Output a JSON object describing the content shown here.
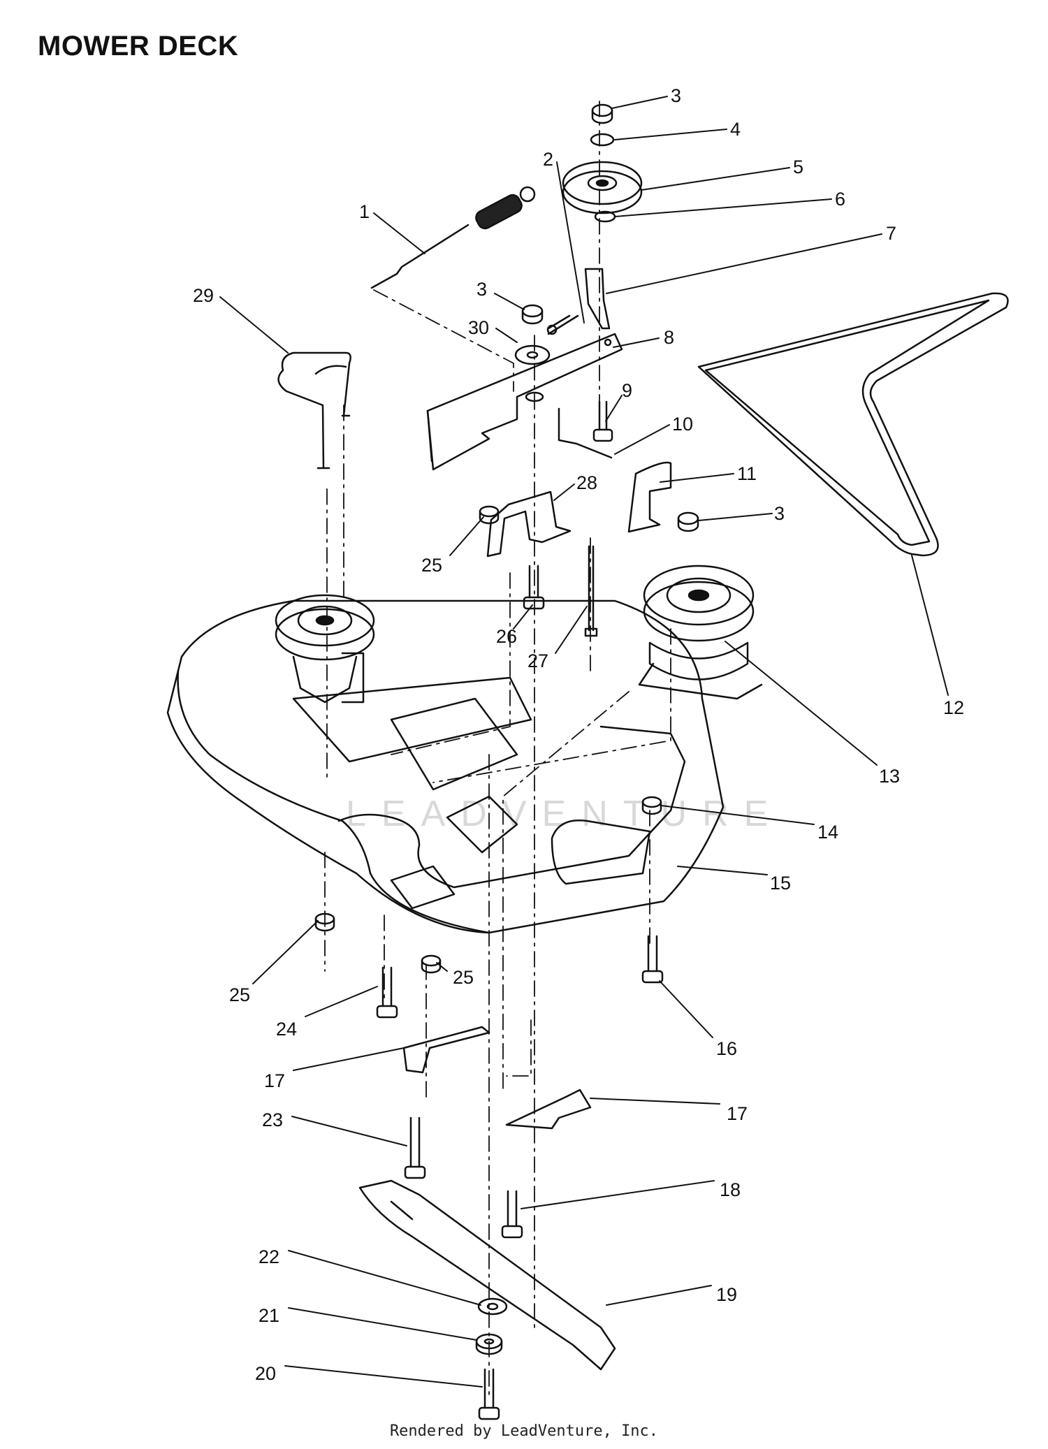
{
  "title": "MOWER DECK",
  "credit": "Rendered by LeadVenture, Inc.",
  "watermark": "LEADVENTURE",
  "callouts": [
    {
      "id": "c3a",
      "label": "3"
    },
    {
      "id": "c4",
      "label": "4"
    },
    {
      "id": "c5",
      "label": "5"
    },
    {
      "id": "c6",
      "label": "6"
    },
    {
      "id": "c2",
      "label": "2"
    },
    {
      "id": "c7",
      "label": "7"
    },
    {
      "id": "c1",
      "label": "1"
    },
    {
      "id": "c29",
      "label": "29"
    },
    {
      "id": "c3b",
      "label": "3"
    },
    {
      "id": "c30",
      "label": "30"
    },
    {
      "id": "c8",
      "label": "8"
    },
    {
      "id": "c9",
      "label": "9"
    },
    {
      "id": "c10",
      "label": "10"
    },
    {
      "id": "c11",
      "label": "11"
    },
    {
      "id": "c28",
      "label": "28"
    },
    {
      "id": "c3c",
      "label": "3"
    },
    {
      "id": "c25a",
      "label": "25"
    },
    {
      "id": "c26",
      "label": "26"
    },
    {
      "id": "c27",
      "label": "27"
    },
    {
      "id": "c12",
      "label": "12"
    },
    {
      "id": "c13",
      "label": "13"
    },
    {
      "id": "c14",
      "label": "14"
    },
    {
      "id": "c15",
      "label": "15"
    },
    {
      "id": "c25b",
      "label": "25"
    },
    {
      "id": "c25c",
      "label": "25"
    },
    {
      "id": "c24",
      "label": "24"
    },
    {
      "id": "c16",
      "label": "16"
    },
    {
      "id": "c17a",
      "label": "17"
    },
    {
      "id": "c17b",
      "label": "17"
    },
    {
      "id": "c23",
      "label": "23"
    },
    {
      "id": "c18",
      "label": "18"
    },
    {
      "id": "c22",
      "label": "22"
    },
    {
      "id": "c19",
      "label": "19"
    },
    {
      "id": "c21",
      "label": "21"
    },
    {
      "id": "c20",
      "label": "20"
    }
  ]
}
